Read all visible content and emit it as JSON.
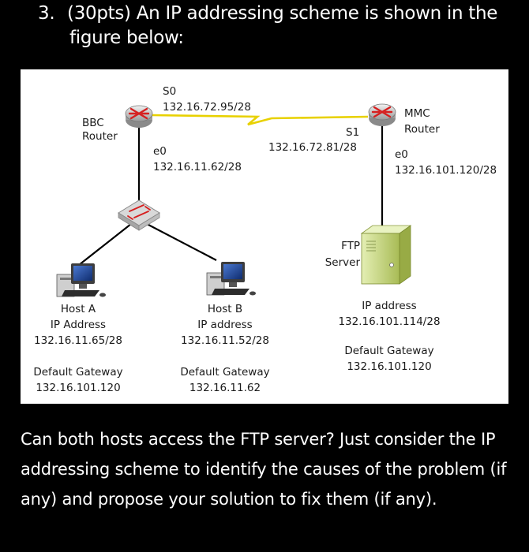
{
  "question": {
    "number": "3.",
    "header_line1": "(30pts) An IP addressing scheme is shown in the",
    "header_line2": "figure below:",
    "body": "Can both hosts access the FTP server? Just consider the IP addressing scheme to identify the causes of the problem (if any) and propose your solution to fix them (if any)."
  },
  "diagram": {
    "bbc_router": {
      "line1": "BBC",
      "line2": "Router"
    },
    "s0": {
      "name": "S0",
      "ip": "132.16.72.95/28"
    },
    "bbc_e0": {
      "name": "e0",
      "ip": "132.16.11.62/28"
    },
    "mmc_router": {
      "line1": "MMC",
      "line2": "Router"
    },
    "s1": {
      "name": "S1",
      "ip": "132.16.72.81/28"
    },
    "mmc_e0": {
      "name": "e0",
      "ip": "132.16.101.120/28"
    },
    "ftp_server": {
      "line1": "FTP",
      "line2": "Server"
    },
    "host_a": {
      "name": "Host A",
      "ip_label": "IP Address",
      "ip": "132.16.11.65/28",
      "gw_label": "Default Gateway",
      "gw": "132.16.101.120"
    },
    "host_b": {
      "name": "Host B",
      "ip_label": "IP address",
      "ip": "132.16.11.52/28",
      "gw_label": "Default Gateway",
      "gw": "132.16.11.62"
    },
    "ftp_info": {
      "ip_label": "IP address",
      "ip": "132.16.101.114/28",
      "gw_label": "Default Gateway",
      "gw": "132.16.101.120"
    },
    "icons": [
      "router-icon",
      "switch-icon",
      "computer-icon",
      "server-icon",
      "serial-link-icon"
    ],
    "colors": {
      "link": "#000000",
      "serial_link": "#e8d100",
      "router_body": "#bfbfbf",
      "router_arrows": "#d61f1f",
      "server_body": "#cfe08a",
      "monitor_screen": "#1c3f8f"
    }
  }
}
